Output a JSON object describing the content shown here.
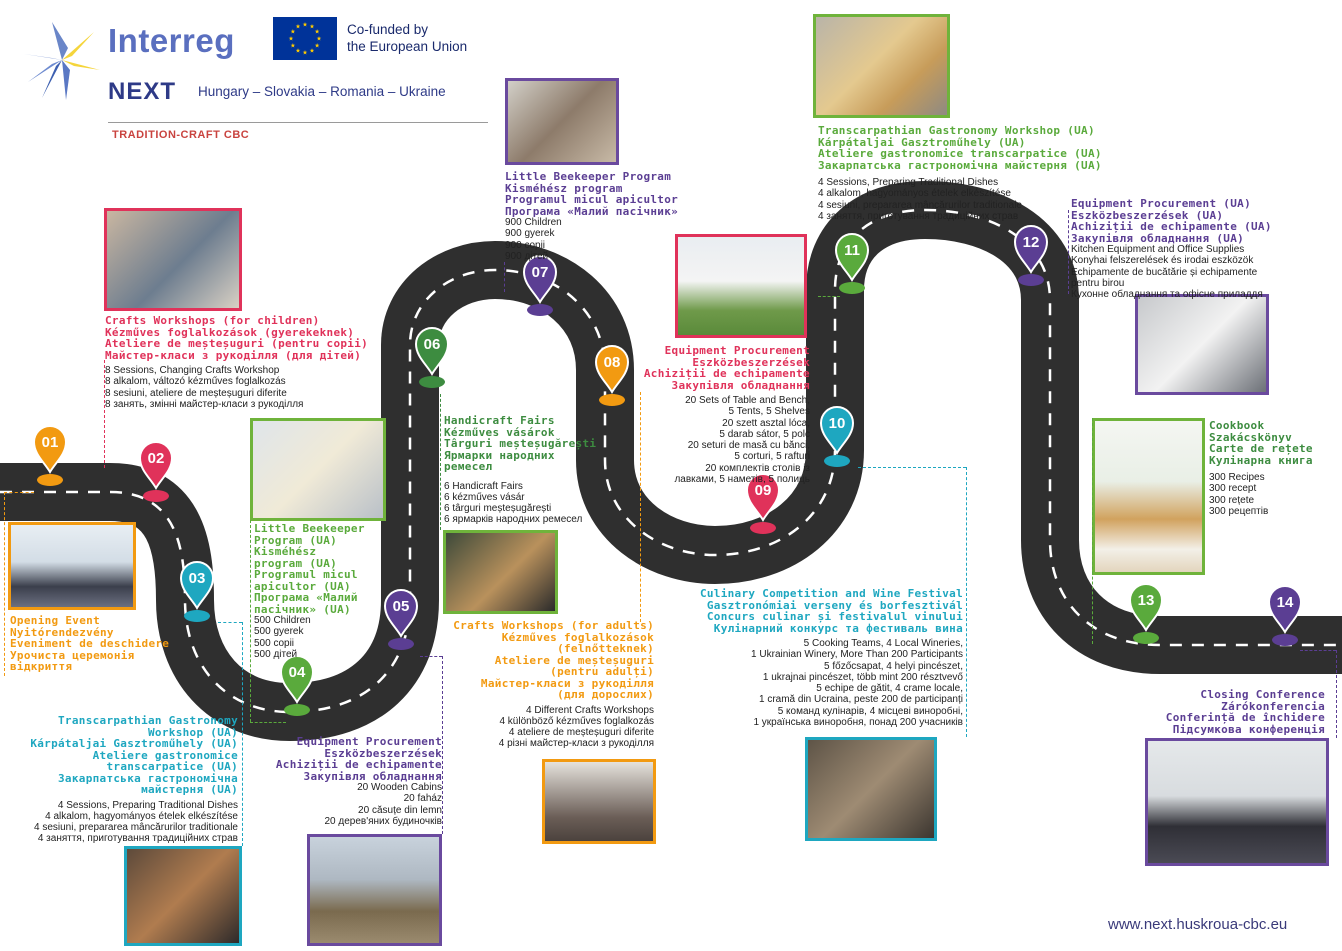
{
  "header": {
    "interreg": "Interreg",
    "next": "NEXT",
    "countries": "Hungary – Slovakia – Romania – Ukraine",
    "cofunded_line1": "Co-funded by",
    "cofunded_line2": "the European Union",
    "project": "TRADITION-CRAFT CBC"
  },
  "colors": {
    "red": "#e0325a",
    "orange": "#f29a11",
    "teal": "#1ea7c0",
    "green": "#5aaa3c",
    "purple": "#5b3e93",
    "road": "#2f2f2f"
  },
  "pins": [
    "01",
    "02",
    "03",
    "04",
    "05",
    "06",
    "07",
    "08",
    "09",
    "10",
    "11",
    "12",
    "13",
    "14"
  ],
  "events": {
    "e01": {
      "titles": [
        "Opening Event",
        "Nyitórendezvény",
        "Eveniment de deschidere",
        "Урочиста церемонія",
        "відкриття"
      ]
    },
    "e02": {
      "titles": [
        "Crafts Workshops (for children)",
        "Kézműves foglalkozások (gyerekeknek)",
        "Ateliere de meșteșuguri (pentru copii)",
        "Майстер-класи з рукоділля (для дітей)"
      ],
      "lines": [
        "8 Sessions, Changing Crafts Workshop",
        "8 alkalom, változó kézműves foglalkozás",
        "8 sesiuni, ateliere de meșteșuguri diferite",
        "8 занять, змінні майстер-класи з рукоділля"
      ]
    },
    "e03": {
      "titles": [
        "Transcarpathian Gastronomy",
        "Workshop (UA)",
        "Kárpátaljai Gasztroműhely (UA)",
        "Ateliere gastronomice",
        "transcarpatice (UA)",
        "Закарпатська гастрономічна",
        "майстерня (UA)"
      ],
      "lines": [
        "4 Sessions, Preparing Traditional Dishes",
        "4 alkalom, hagyományos ételek elkészítése",
        "4 sesiuni, prepararea mâncărurilor traditionale",
        "4 заняття, приготування традиційних страв"
      ]
    },
    "e04": {
      "titles": [
        "Equipment Procurement",
        "Eszközbeszerzések",
        "Achiziții de echipamente",
        "Закупівля обладнання"
      ],
      "lines": [
        "20 Wooden Cabins",
        "20 faház",
        "20 căsuțe din lemn",
        "20 дерев'яних будиночків"
      ]
    },
    "e05": {
      "titles": [
        "Crafts Workshops (for adults)",
        "Kézműves foglalkozások",
        "(felnőtteknek)",
        "Ateliere de meșteșuguri",
        "(pentru adulți)",
        "Майстер-класи з рукоділля",
        "(для дорослих)"
      ],
      "lines": [
        "4 Different Crafts Workshops",
        "4 különböző kézműves foglalkozás",
        "4 ateliere de meșteșuguri diferite",
        "4 різні майстер-класи з рукоділля"
      ]
    },
    "e06": {
      "titles": [
        "Handicraft Fairs",
        "Kézműves vásárok",
        "Târguri meșteșugărești",
        "Ярмарки народних",
        "ремесел"
      ],
      "lines": [
        "6 Handicraft Fairs",
        "6 kézműves vásár",
        "6 târguri meșteșugărești",
        "6 ярмарків народних ремесел"
      ]
    },
    "e06b": {
      "titles": [
        "Little Beekeeper",
        "Program (UA)",
        "Kisméhész",
        "program (UA)",
        "Programul micul",
        "apicultor (UA)",
        "Програма «Малий",
        "пасічник» (UA)"
      ],
      "lines": [
        "500 Children",
        "500 gyerek",
        "500 copii",
        "500 дітей"
      ]
    },
    "e07": {
      "titles": [
        "Little Beekeeper Program",
        "Kisméhész program",
        "Programul micul apicultor",
        "Програма «Малий пасічник»"
      ],
      "lines": [
        "900 Children",
        "900 gyerek",
        "900 copii",
        "900 дітей"
      ]
    },
    "e08": {
      "titles": [
        "Equipment Procurement",
        "Eszközbeszerzések",
        "Achiziții de echipamente",
        "Закупівля обладнання"
      ],
      "lines": [
        "20 Sets of Table and Bench,",
        "5 Tents, 5 Shelves",
        "20 szett asztal lóca,",
        "5 darab sátor, 5 polc",
        "20 seturi de masă cu bănci,",
        "5 corturi, 5 rafturi",
        "20 комплектів столів із",
        "лавками, 5 наметів, 5 полиць"
      ]
    },
    "e09": {
      "titles": [
        "Culinary Competition and Wine Festival",
        "Gasztronómiai verseny és borfesztivál",
        "Concurs culinar și festivalul vinului",
        "Кулінарний конкурс та фестиваль вина"
      ],
      "lines": [
        "5 Cooking Teams, 4 Local Wineries,",
        "1 Ukrainian Winery, More Than 200 Participants",
        "5 főzőcsapat, 4 helyi pincészet,",
        "1 ukrajnai pincészet, több mint 200 résztvevő",
        "5 echipe de gătit, 4 crame locale,",
        "1 cramă din Ucraina, peste 200 de participanți",
        "5 команд кулінарів, 4 місцеві виноробні,",
        "1 українська виноробня, понад 200 учасників"
      ]
    },
    "e10": {
      "titles": [
        "Cookbook",
        "Szakácskönyv",
        "Carte de rețete",
        "Кулінарна книга"
      ],
      "lines": [
        "300 Recipes",
        "300 recept",
        "300 rețete",
        "300 рецептів"
      ]
    },
    "e11": {
      "titles": [
        "Transcarpathian Gastronomy Workshop (UA)",
        "Kárpátaljai Gasztroműhely (UA)",
        "Ateliere gastronomice transcarpatice (UA)",
        "Закарпатська гастрономічна майстерня (UA)"
      ],
      "lines": [
        "4 Sessions, Preparing Traditional Dishes",
        "4 alkalom, hagyományos ételek elkészítése",
        "4 sesiuni, prepararea mâncărurilor traditionale",
        "4 заняття, приготування традиційних страв"
      ]
    },
    "e12": {
      "titles": [
        "Equipment Procurement (UA)",
        "Eszközbeszerzések (UA)",
        "Achiziții de echipamente (UA)",
        "Закупівля обладнання (UA)"
      ],
      "lines": [
        "Kitchen Equipment and Office Supplies",
        "Konyhai felszerelések és irodai eszközök",
        "Echipamente de bucătărie și echipamente",
        "pentru birou",
        "Кухонне обладнання та офісне приладдя"
      ]
    },
    "e14": {
      "titles": [
        "Closing Conference",
        "Zárókonferencia",
        "Conferință de închidere",
        "Підсумкова конференція"
      ]
    }
  },
  "footer": {
    "website": "www.next.huskroua-cbc.eu"
  }
}
